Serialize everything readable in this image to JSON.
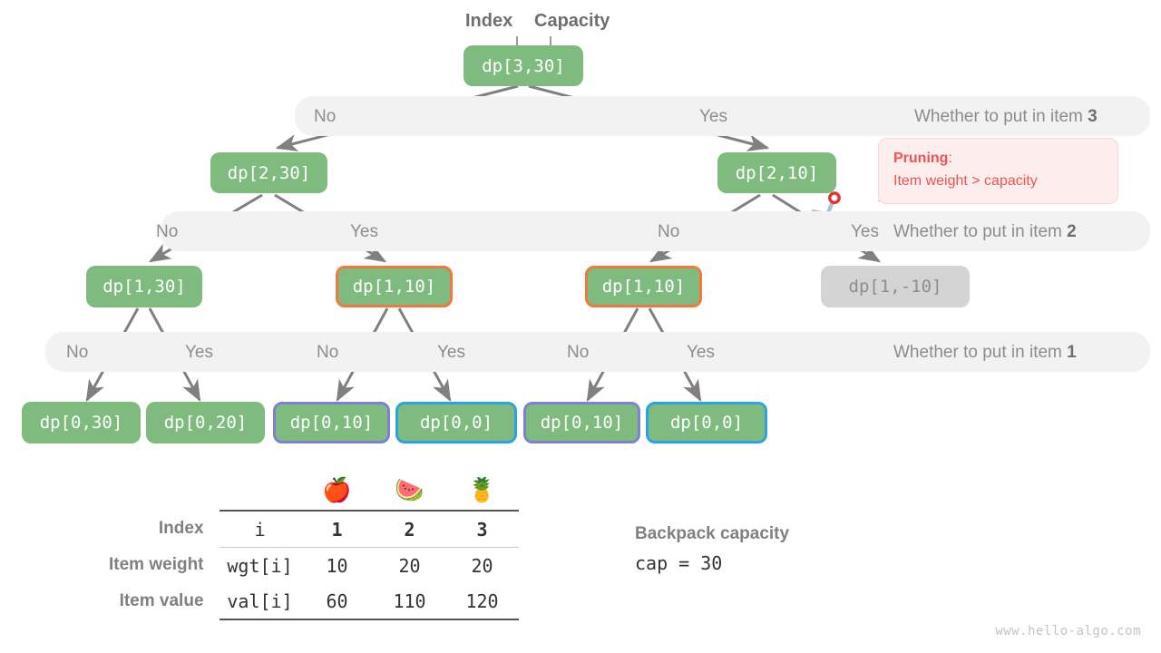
{
  "header": {
    "index_label": "Index",
    "capacity_label": "Capacity"
  },
  "tree": {
    "root": {
      "label": "dp[3,30]"
    },
    "level2": [
      {
        "label": "dp[2,30]"
      },
      {
        "label": "dp[2,10]"
      }
    ],
    "level3": [
      {
        "label": "dp[1,30]"
      },
      {
        "label": "dp[1,10]"
      },
      {
        "label": "dp[1,10]"
      },
      {
        "label": "dp[1,-10]"
      }
    ],
    "level4": [
      {
        "label": "dp[0,30]"
      },
      {
        "label": "dp[0,20]"
      },
      {
        "label": "dp[0,10]"
      },
      {
        "label": "dp[0,0]"
      },
      {
        "label": "dp[0,10]"
      },
      {
        "label": "dp[0,0]"
      }
    ]
  },
  "bands": {
    "row3": {
      "no": "No",
      "yes": "Yes",
      "question_prefix": "Whether to put in item ",
      "question_item": "3"
    },
    "row2": {
      "no_left": "No",
      "yes_left": "Yes",
      "no_right": "No",
      "yes_right": "Yes",
      "question_prefix": "Whether to put in item ",
      "question_item": "2"
    },
    "row1": {
      "choices": [
        "No",
        "Yes",
        "No",
        "Yes",
        "No",
        "Yes"
      ],
      "question_prefix": "Whether to put in item ",
      "question_item": "1"
    }
  },
  "callout": {
    "title": "Pruning",
    "colon": ":",
    "body": "Item weight > capacity"
  },
  "table": {
    "emojis": [
      "🍎",
      "🍉",
      "🍍"
    ],
    "rows": [
      {
        "head": "Index",
        "key": "i",
        "values": [
          "1",
          "2",
          "3"
        ]
      },
      {
        "head": "Item weight",
        "key": "wgt[i]",
        "values": [
          "10",
          "20",
          "20"
        ]
      },
      {
        "head": "Item value",
        "key": "val[i]",
        "values": [
          "60",
          "110",
          "120"
        ]
      }
    ]
  },
  "capacity": {
    "title": "Backpack capacity",
    "value": "cap = 30"
  },
  "footer": {
    "text": "www.hello-algo.com"
  },
  "colors": {
    "node_green": "#7fbb7f",
    "node_muted": "#d4d4d4",
    "highlight_orange": "#f0793f",
    "highlight_purple": "#7f7fd5",
    "highlight_blue": "#29a3e3",
    "band_gray": "#f2f2f2",
    "edge_gray": "#808080",
    "pruning_red": "#ef5350"
  }
}
